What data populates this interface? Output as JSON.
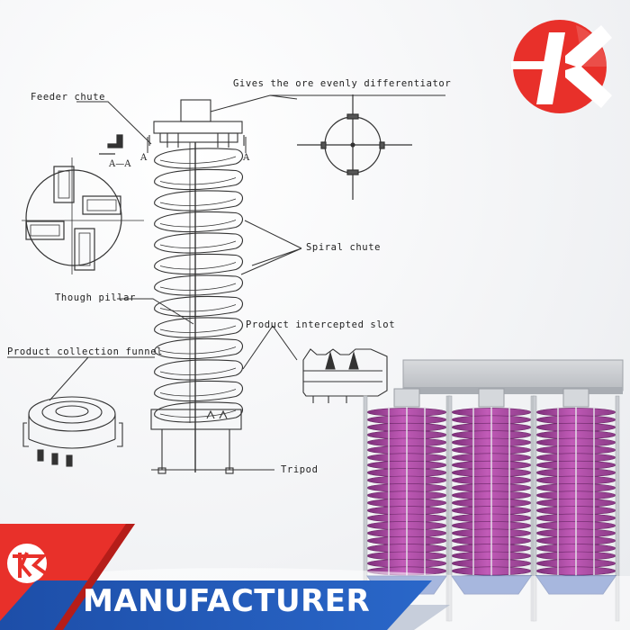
{
  "labels": {
    "feeder_chute": "Feeder chute",
    "differentiator": "Gives the ore evenly differentiator",
    "spiral_chute": "Spiral chute",
    "though_pillar": "Though pillar",
    "product_intercepted_slot": "Product intercepted slot",
    "product_collection_funnel": "Product collection funnel",
    "tripod": "Tripod",
    "section_mark": "A",
    "section_title": "A—A"
  },
  "banner": {
    "text": "MANUFACTURER"
  },
  "colors": {
    "brand_red": "#e8302a",
    "brand_dark_red": "#b51d19",
    "banner_blue": "#1f58b8",
    "spiral_magenta": "#b04aa6",
    "frame_gray": "#c7cacf",
    "line": "#333333"
  }
}
